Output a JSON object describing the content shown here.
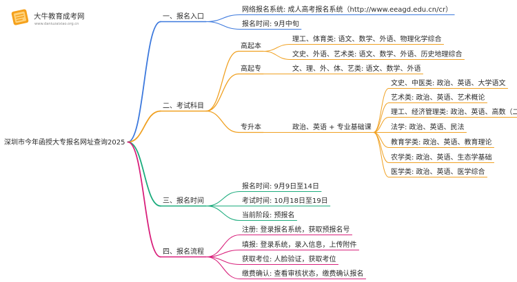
{
  "logo": {
    "title": "大牛教育成考网",
    "url": "www.daniuzaixiao.org.cn"
  },
  "root": {
    "label": "深圳市今年函授大专报名网址查询2025"
  },
  "colors": {
    "root_line": "#999999",
    "branch1": "#3b78dd",
    "branch2": "#f0a020",
    "branch3": "#1aab7c",
    "branch4": "#d81e7a",
    "logo_orange": "#f5a11c"
  },
  "branches": [
    {
      "label": "一、报名入口",
      "children": [
        {
          "label": "网络报名系统: 成人高考报名系统（http://www.eeagd.edu.cn/cr）"
        },
        {
          "label": "报名时间: 9月中旬"
        }
      ]
    },
    {
      "label": "二、考试科目",
      "children": [
        {
          "label": "高起本",
          "children": [
            {
              "label": "理工、体育类: 语文、数学、外语、物理化学综合"
            },
            {
              "label": "文史、外语、艺术类: 语文、数学、外语、历史地理综合"
            }
          ]
        },
        {
          "label": "高起专",
          "children": [
            {
              "label": "文、理、外、体、艺类: 语文、数学、外语"
            }
          ]
        },
        {
          "label": "专升本",
          "children": [
            {
              "label": "政治、英语 + 专业基础课",
              "children": [
                {
                  "label": "文史、中医类: 政治、英语、大学语文"
                },
                {
                  "label": "艺术类: 政治、英语、艺术概论"
                },
                {
                  "label": "理工、经济管理类: 政治、英语、高数（二）"
                },
                {
                  "label": "法学: 政治、英语、民法"
                },
                {
                  "label": "教育学类: 政治、英语、教育理论"
                },
                {
                  "label": "农学类: 政治、英语、生态学基础"
                },
                {
                  "label": "医学类: 政治、英语、医学综合"
                }
              ]
            }
          ]
        }
      ]
    },
    {
      "label": "三、报名时间",
      "children": [
        {
          "label": "报名时间: 9月9日至14日"
        },
        {
          "label": "考试时间: 10月18日至19日"
        },
        {
          "label": "当前阶段: 预报名"
        }
      ]
    },
    {
      "label": "四、报名流程",
      "children": [
        {
          "label": "注册: 登录报名系统，获取预报名号"
        },
        {
          "label": "填报: 登录系统，录入信息，上传附件"
        },
        {
          "label": "获取考位: 人脸验证，获取考位"
        },
        {
          "label": "缴费确认: 查看审核状态，缴费确认报名"
        }
      ]
    }
  ]
}
